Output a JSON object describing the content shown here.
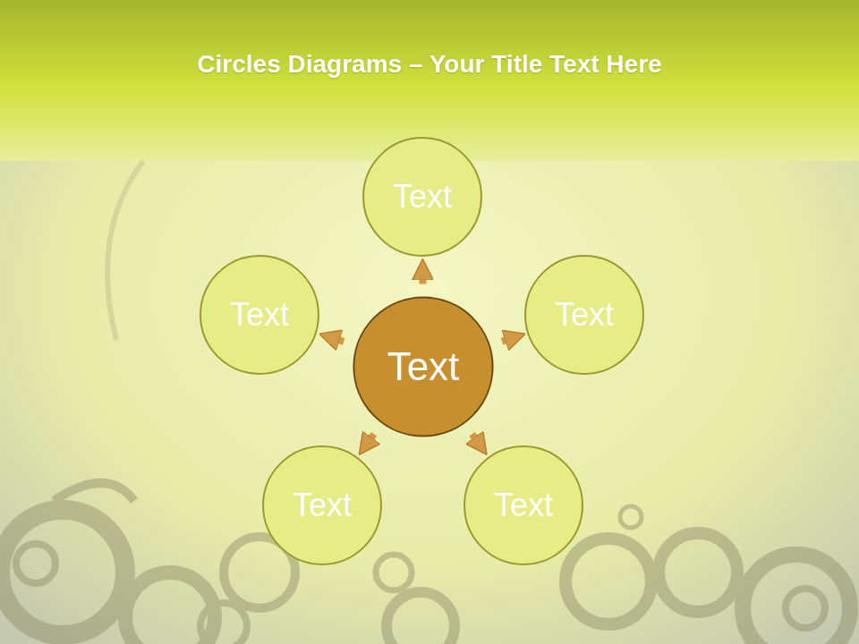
{
  "diagram": {
    "title": "Circles Diagrams – Your Title Text Here",
    "nodes": [
      {
        "text": [
          "Text"
        ]
      },
      {
        "text": [
          "Text"
        ]
      },
      {
        "text": [
          "Text"
        ]
      },
      {
        "text": [
          "Text"
        ]
      },
      {
        "text": [
          "Text"
        ]
      },
      {
        "text": [
          "Text"
        ]
      }
    ],
    "edges": [
      {
        "from": 2,
        "to": 0,
        "arrow": "to"
      },
      {
        "from": 2,
        "to": 1,
        "arrow": "to"
      },
      {
        "from": 2,
        "to": 3,
        "arrow": "to"
      },
      {
        "from": 2,
        "to": 4,
        "arrow": "to"
      },
      {
        "from": 2,
        "to": 5,
        "arrow": "to"
      }
    ]
  }
}
